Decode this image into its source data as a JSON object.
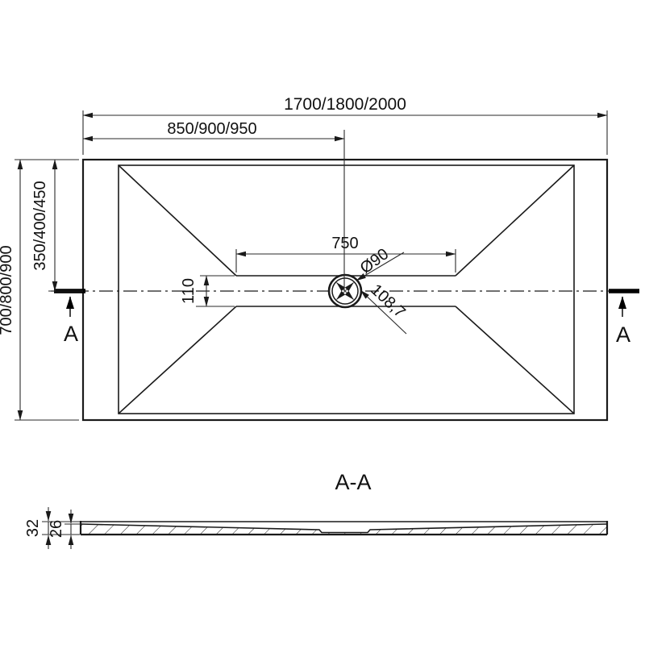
{
  "drawing": {
    "plan": {
      "dim_width_total": "1700/1800/2000",
      "dim_width_half": "850/900/950",
      "dim_height_total": "700/800/900",
      "dim_height_half": "350/400/450",
      "dim_channel_width": "750",
      "dim_channel_height": "110",
      "dim_drain_diameter": "Ø90",
      "dim_drain_outer": "108,7",
      "section_marker_left": "A",
      "section_marker_right": "A"
    },
    "section": {
      "title": "A-A",
      "dim_total_height": "32",
      "dim_inner_height": "26"
    },
    "colors": {
      "line": "#1a1a1a",
      "background": "#ffffff"
    }
  }
}
